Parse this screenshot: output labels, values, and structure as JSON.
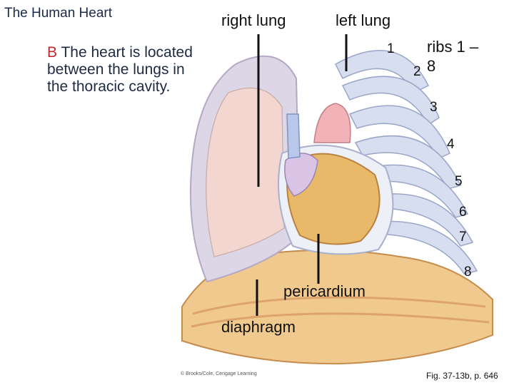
{
  "title": "The Human Heart",
  "caption": {
    "letter": "B",
    "text": " The heart is located between the lungs in the thoracic cavity."
  },
  "labels": {
    "right_lung": "right lung",
    "left_lung": "left lung",
    "ribs": "ribs 1 –8",
    "pericardium": "pericardium",
    "diaphragm": "diaphragm"
  },
  "rib_numbers": [
    "1",
    "2",
    "3",
    "4",
    "5",
    "6",
    "7",
    "8"
  ],
  "credit": "© Brooks/Cole, Cengage Learning",
  "figure_ref": "Fig. 37-13b, p. 646",
  "colors": {
    "lung": "#dcd6e6",
    "rib": "#d7def0",
    "heart": "#e8b968",
    "pericardium": "#eef0f7",
    "diaphragm": "#f0c98e",
    "caption_letter": "#c0282d"
  }
}
